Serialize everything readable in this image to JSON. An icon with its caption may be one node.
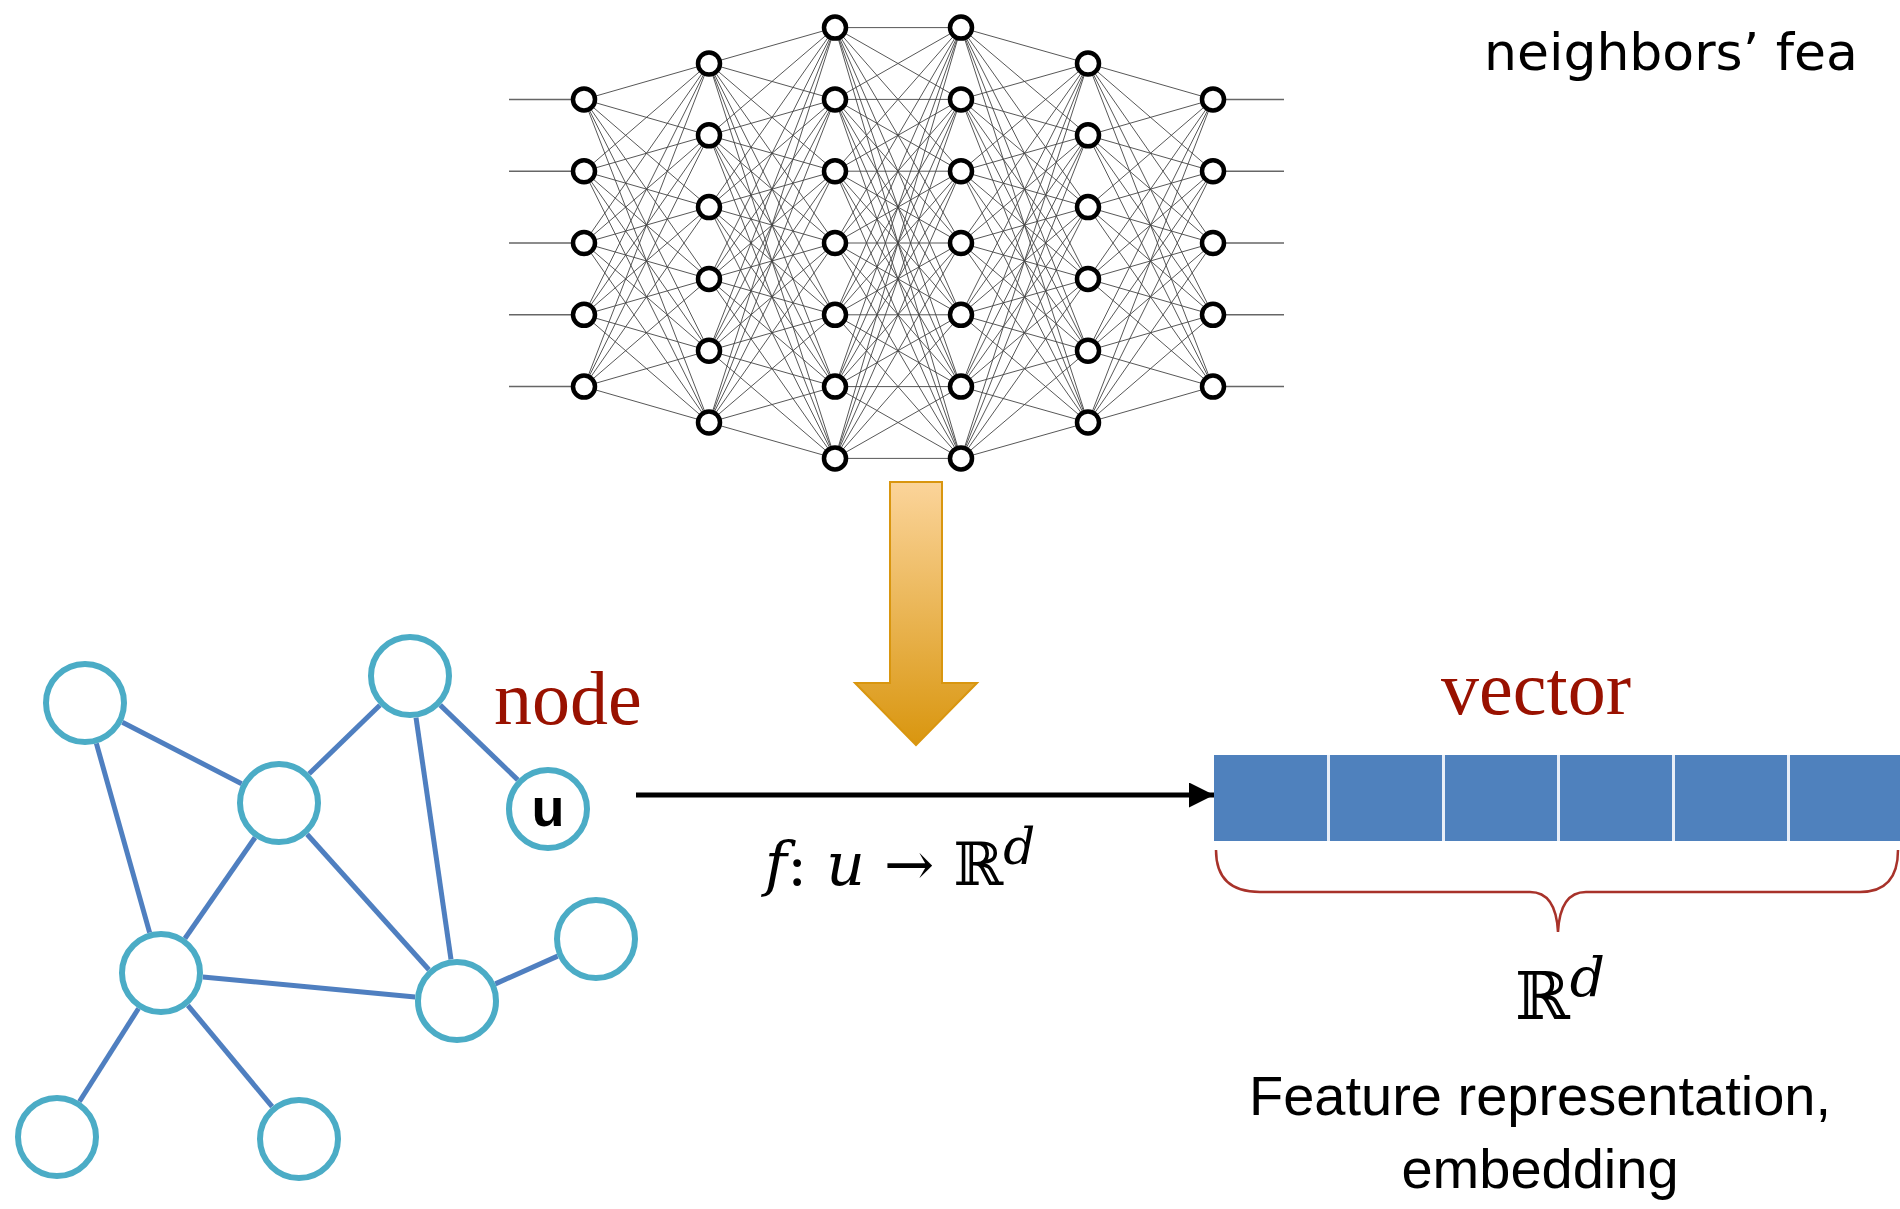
{
  "diagram": {
    "nodes": [
      {
        "text": [],
        "shape": "picture"
      },
      {
        "text": [],
        "shape": "circle"
      },
      {
        "text": [],
        "shape": "circle"
      },
      {
        "text": [],
        "shape": "circle"
      },
      {
        "text": [
          "u"
        ],
        "beside": [
          "node"
        ]
      },
      {
        "text": [],
        "shape": "circle"
      },
      {
        "text": [],
        "shape": "circle"
      },
      {
        "text": [],
        "shape": "circle"
      },
      {
        "text": [],
        "shape": "circle"
      },
      {
        "text": [],
        "shape": "circle"
      },
      {
        "text": [],
        "shape": "bar",
        "beside": [
          "vector"
        ]
      }
    ],
    "edges": [
      {
        "from": 2,
        "to": 3,
        "arrow": "none"
      },
      {
        "from": 2,
        "to": 6,
        "arrow": "none"
      },
      {
        "from": 1,
        "to": 3,
        "arrow": "none"
      },
      {
        "from": 1,
        "to": 4,
        "arrow": "none"
      },
      {
        "from": 1,
        "to": 7,
        "arrow": "none"
      },
      {
        "from": 3,
        "to": 6,
        "arrow": "none"
      },
      {
        "from": 3,
        "to": 7,
        "arrow": "none"
      },
      {
        "from": 6,
        "to": 7,
        "arrow": "none"
      },
      {
        "from": 7,
        "to": 5,
        "arrow": "none"
      },
      {
        "from": 6,
        "to": 8,
        "arrow": "none"
      },
      {
        "from": 6,
        "to": 9,
        "arrow": "none"
      },
      {
        "from": 4,
        "to": 10,
        "arrow": "to",
        "label": "*f*: *u* → ℝ$^{d}$",
        "color": "#000000"
      },
      {
        "from": 0,
        "to": null,
        "arrow": "to",
        "style": "thick",
        "color": "#d9960f"
      }
    ],
    "labels": [
      "neighbors’ fea",
      "ℝ$^{d}$",
      "Feature representation, embedding"
    ]
  }
}
